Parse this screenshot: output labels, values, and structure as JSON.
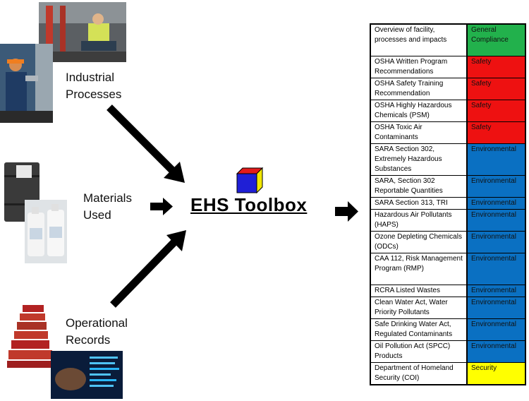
{
  "inputs": [
    {
      "label": "Industrial\nProcesses"
    },
    {
      "label": "Materials\nUsed"
    },
    {
      "label": "Operational\nRecords"
    }
  ],
  "center": {
    "title": "EHS Toolbox"
  },
  "colors": {
    "General Compliance": "#22b14c",
    "Safety": "#ee1111",
    "Environmental": "#0a70c2",
    "Security": "#ffff00",
    "cube_red": "#e31b1b",
    "cube_blue": "#1f1fd6",
    "cube_yellow": "#f2e700"
  },
  "table": {
    "rows": [
      {
        "regulation": "Overview of facility, processes and impacts",
        "category": "General Compliance"
      },
      {
        "regulation": "OSHA Written Program Recommendations",
        "category": "Safety"
      },
      {
        "regulation": "OSHA Safety Training Recommendation",
        "category": "Safety"
      },
      {
        "regulation": "OSHA Highly Hazardous Chemicals (PSM)",
        "category": "Safety"
      },
      {
        "regulation": "OSHA Toxic Air Contaminants",
        "category": "Safety"
      },
      {
        "regulation": "SARA Section 302, Extremely Hazardous Substances",
        "category": "Environmental"
      },
      {
        "regulation": "SARA, Section 302 Reportable Quantities",
        "category": "Environmental"
      },
      {
        "regulation": "SARA Section 313, TRI",
        "category": "Environmental"
      },
      {
        "regulation": "Hazardous Air Pollutants (HAPS)",
        "category": "Environmental"
      },
      {
        "regulation": "Ozone Depleting Chemicals (ODCs)",
        "category": "Environmental"
      },
      {
        "regulation": "CAA 112, Risk Management Program (RMP)",
        "category": "Environmental"
      },
      {
        "regulation": "RCRA Listed Wastes",
        "category": "Environmental"
      },
      {
        "regulation": "Clean Water Act, Water Priority Pollutants",
        "category": "Environmental"
      },
      {
        "regulation": "Safe Drinking Water Act, Regulated Contaminants",
        "category": "Environmental"
      },
      {
        "regulation": "Oil Pollution Act (SPCC) Products",
        "category": "Environmental"
      },
      {
        "regulation": "Department of Homeland Security (COI)",
        "category": "Security"
      }
    ]
  }
}
